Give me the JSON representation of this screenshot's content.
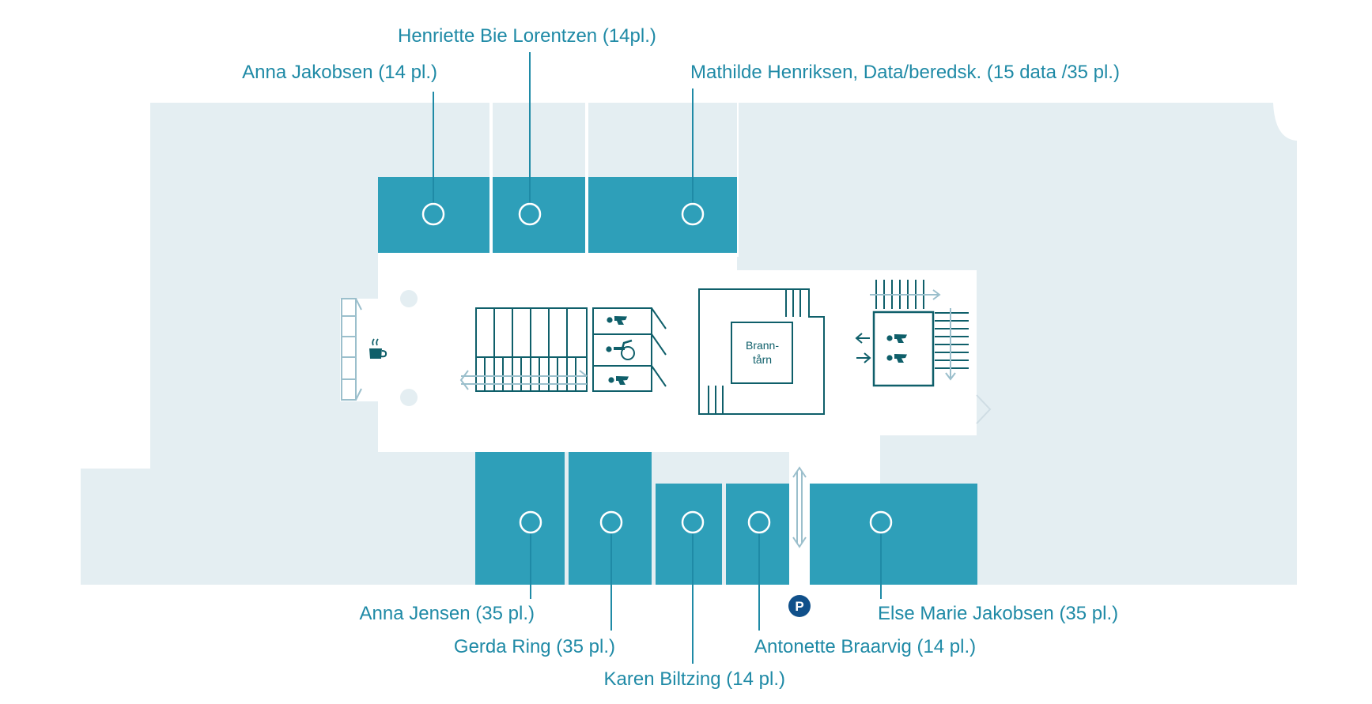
{
  "colors": {
    "background_area": "#e4eef2",
    "room": "#2e9fb9",
    "corridor": "#ffffff",
    "label_text": "#1f8aa6",
    "line": "#1f8aa6",
    "icon_dark": "#0f5f6a",
    "icon_light": "#9bbfcc",
    "parking_badge": "#10508a"
  },
  "rooms": {
    "top_1": {
      "label": "Anna Jakobsen (14 pl.)"
    },
    "top_2": {
      "label": "Henriette Bie Lorentzen (14pl.)"
    },
    "top_3": {
      "label": "Mathilde Henriksen, Data/beredsk. (15 data /35 pl.)"
    },
    "bottom_1": {
      "label": "Anna Jensen (35 pl.)"
    },
    "bottom_2": {
      "label": "Gerda Ring (35 pl.)"
    },
    "bottom_3": {
      "label": "Karen Biltzing (14 pl.)"
    },
    "bottom_4": {
      "label": "Antonette Braarvig (14 pl.)"
    },
    "bottom_5": {
      "label": "Else Marie Jakobsen (35 pl.)"
    }
  },
  "fire_tower": {
    "line1": "Brann-",
    "line2": "tårn"
  },
  "parking": {
    "label": "P"
  },
  "icons": {
    "cafe": "coffee-cup-icon",
    "toilet": "toilet-icon",
    "accessible_toilet": "wheelchair-icon",
    "stairs": "stairs-icon",
    "elevator": "elevator-icon",
    "parking": "parking-icon"
  }
}
